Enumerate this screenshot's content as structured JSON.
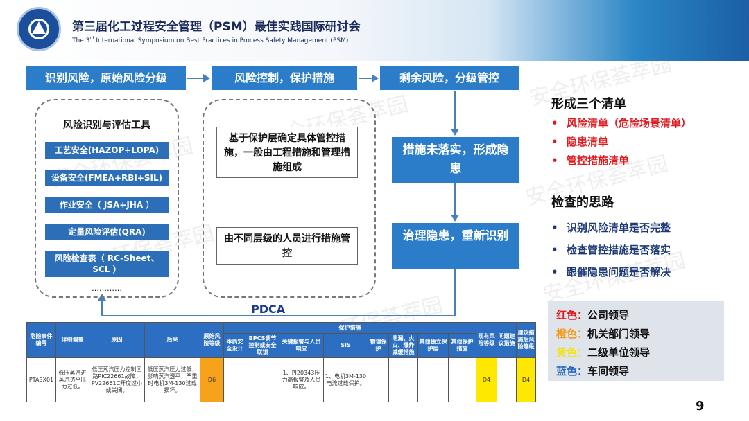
{
  "header": {
    "title_cn": "第三届化工过程安全管理（PSM）最佳实践国际研讨会",
    "title_en_pre": "The 3",
    "title_en_sup": "rd",
    "title_en_post": " International Symposium on Best Practices in Process Safety Management (PSM)"
  },
  "watermark": "安全环保荟萃园",
  "flow": {
    "step1": "识别风险，原始风险分级",
    "step2": "风险控制，保护措施",
    "step3": "剩余风险，分级管控",
    "tools_title": "风险识别与评估工具",
    "tools": [
      "工艺安全(HAZOP+LOPA)",
      "设备安全(FMEA+RBI+SIL)",
      "作业安全（ JSA+JHA ）",
      "定量风险评估(QRA)",
      "风险检查表（ RC-Sheet、SCL ）"
    ],
    "tools_more": "…………",
    "control_box1": "基于保护层确定具体管控措施，一般由工程措施和管理措施组成",
    "control_box2": "由不同层级的人员进行措施管控",
    "hazard_box1": "措施未落实，形成隐患",
    "hazard_box2": "治理隐患，重新识别",
    "pdca": "PDCA"
  },
  "right_panel": {
    "lists_title": "形成三个清单",
    "lists": [
      "风险清单（危险场景清单）",
      "隐患清单",
      "管控措施清单"
    ],
    "check_title": "检查的思路",
    "checks": [
      "识别风险清单是否完整",
      "检查管控措施是否落实",
      "跟催隐患问题是否解决"
    ],
    "legend": [
      {
        "color_label": "红色：",
        "role": "公司领导",
        "color": "#e0191f"
      },
      {
        "color_label": "橙色：",
        "role": "机关部门领导",
        "color": "#f39a1c"
      },
      {
        "color_label": "黄色：",
        "role": "二级单位领导",
        "color": "#f2e21a"
      },
      {
        "color_label": "蓝色：",
        "role": "车间领导",
        "color": "#2469c8"
      }
    ]
  },
  "table": {
    "headers": {
      "event_id": "危险事件编号",
      "description": "详细偏差",
      "cause": "原因",
      "consequence": "后果",
      "original_level": "原始风险等级",
      "protection": "保护措施",
      "sub": [
        "本质安全设计",
        "BPCS调节控制或安全联锁",
        "关键报警与人员响应",
        "SIS",
        "物理保护",
        "泄漏、火灾、爆炸减缓措施",
        "其他独立保护层",
        "其他保护措施"
      ],
      "existing_level": "现有风险等级",
      "suggestion": "问题建议措施",
      "suggested_level": "建议措施后风险等级"
    },
    "row": {
      "event_id": "PTASX01",
      "description": "低压蒸汽进蒸汽透平压力过低。",
      "cause": "低压蒸汽压力控制回路PIC22661故障，PV22661C开度过小或关闭。",
      "consequence": "低压蒸汽压力过低，影响蒸汽透平，严重时电机3M-130过载损坏。",
      "original_level": "D6",
      "sub": [
        "",
        "",
        "1、PI20343压力高报警及人员响应。",
        "1、电机3M-130电流过载保护。",
        "",
        "",
        "",
        ""
      ],
      "existing_level": "D4",
      "suggestion": "",
      "suggested_level": "D4"
    }
  },
  "page_number": "9"
}
